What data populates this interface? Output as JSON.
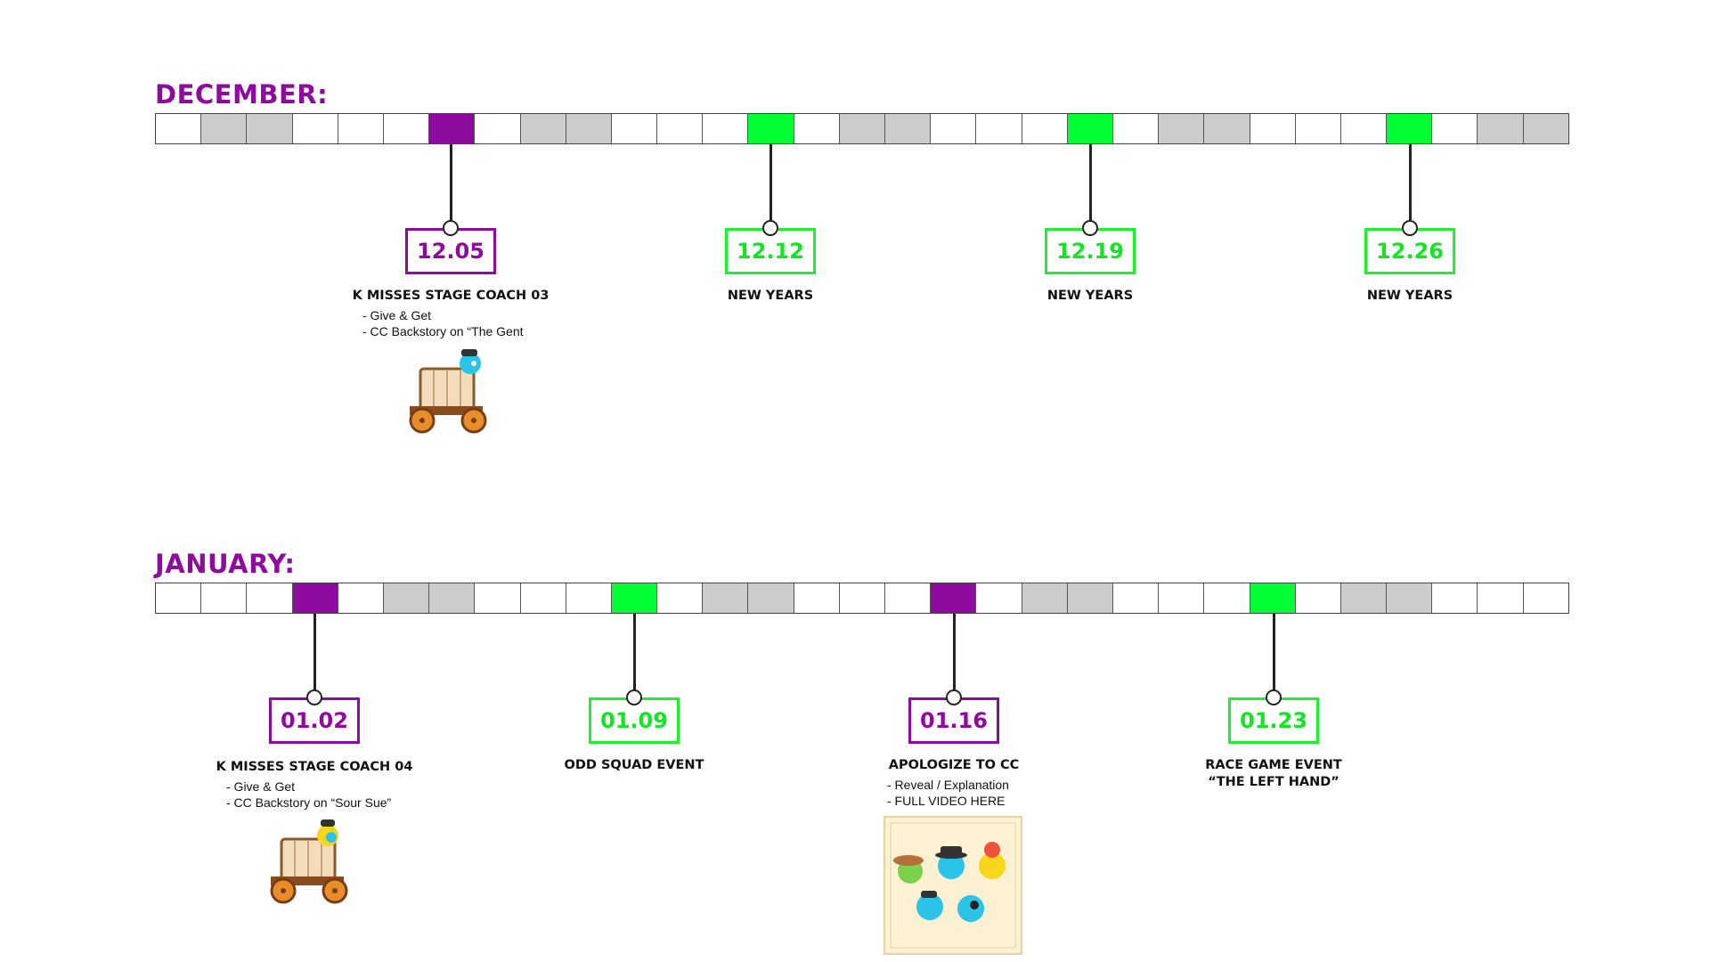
{
  "months": [
    {
      "title": "DECEMBER:",
      "days": [
        "white",
        "gray",
        "gray",
        "white",
        "white",
        "white",
        "purple",
        "white",
        "gray",
        "gray",
        "white",
        "white",
        "white",
        "green",
        "white",
        "gray",
        "gray",
        "white",
        "white",
        "white",
        "green",
        "white",
        "gray",
        "gray",
        "white",
        "white",
        "white",
        "green",
        "white",
        "gray",
        "gray"
      ],
      "events": [
        {
          "date": "12.05",
          "color": "purple",
          "day_index": 6,
          "title_lines": [
            "K MISSES STAGE COACH 03"
          ],
          "bullets": [
            "- Give & Get",
            "- CC Backstory on “The Gent"
          ],
          "illustration": "stagecoach-cyan-character"
        },
        {
          "date": "12.12",
          "color": "green",
          "day_index": 13,
          "title_lines": [
            "NEW YEARS"
          ],
          "bullets": []
        },
        {
          "date": "12.19",
          "color": "green",
          "day_index": 20,
          "title_lines": [
            "NEW YEARS"
          ],
          "bullets": []
        },
        {
          "date": "12.26",
          "color": "green",
          "day_index": 27,
          "title_lines": [
            "NEW YEARS"
          ],
          "bullets": []
        }
      ]
    },
    {
      "title": "JANUARY:",
      "days": [
        "white",
        "white",
        "white",
        "purple",
        "white",
        "gray",
        "gray",
        "white",
        "white",
        "white",
        "green",
        "white",
        "gray",
        "gray",
        "white",
        "white",
        "white",
        "purple",
        "white",
        "gray",
        "gray",
        "white",
        "white",
        "white",
        "green",
        "white",
        "gray",
        "gray",
        "white",
        "white",
        "white"
      ],
      "events": [
        {
          "date": "01.02",
          "color": "purple",
          "day_index": 3,
          "title_lines": [
            "K MISSES STAGE COACH 04"
          ],
          "bullets": [
            "- Give & Get",
            "- CC Backstory on “Sour Sue”"
          ],
          "illustration": "stagecoach-yellow-character"
        },
        {
          "date": "01.09",
          "color": "green",
          "day_index": 10,
          "title_lines": [
            "ODD SQUAD EVENT"
          ],
          "bullets": []
        },
        {
          "date": "01.16",
          "color": "purple",
          "day_index": 17,
          "title_lines": [
            "APOLOGIZE TO CC"
          ],
          "bullets": [
            "- Reveal / Explanation",
            "- FULL VIDEO HERE"
          ],
          "illustration": "character-group-card"
        },
        {
          "date": "01.23",
          "color": "green",
          "day_index": 24,
          "title_lines": [
            "RACE GAME EVENT",
            "“THE LEFT HAND”"
          ],
          "bullets": []
        }
      ]
    }
  ],
  "colors": {
    "purple": "#8f0a9e",
    "green": "#00ff33",
    "gray": "#cccccc",
    "white": "#ffffff"
  }
}
